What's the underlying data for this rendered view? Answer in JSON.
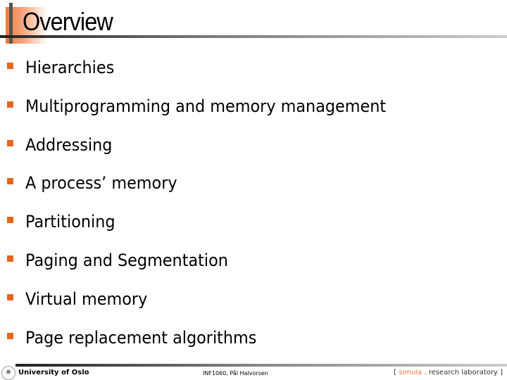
{
  "title": "Overview",
  "items": [
    {
      "label": "Hierarchies"
    },
    {
      "label": "Multiprogramming and memory management"
    },
    {
      "label": "Addressing"
    },
    {
      "label": "A process’ memory"
    },
    {
      "label": "Partitioning"
    },
    {
      "label": "Paging and Segmentation"
    },
    {
      "label": "Virtual memory"
    },
    {
      "label": "Page replacement algorithms"
    }
  ],
  "footer": {
    "university": "University of Oslo",
    "course": "INF1060,   Pål Halvorsen",
    "simula_open": "[ ",
    "simula_brand": "simula",
    "simula_rest": " . research laboratory ]"
  },
  "colors": {
    "accent": "#e8641e"
  }
}
